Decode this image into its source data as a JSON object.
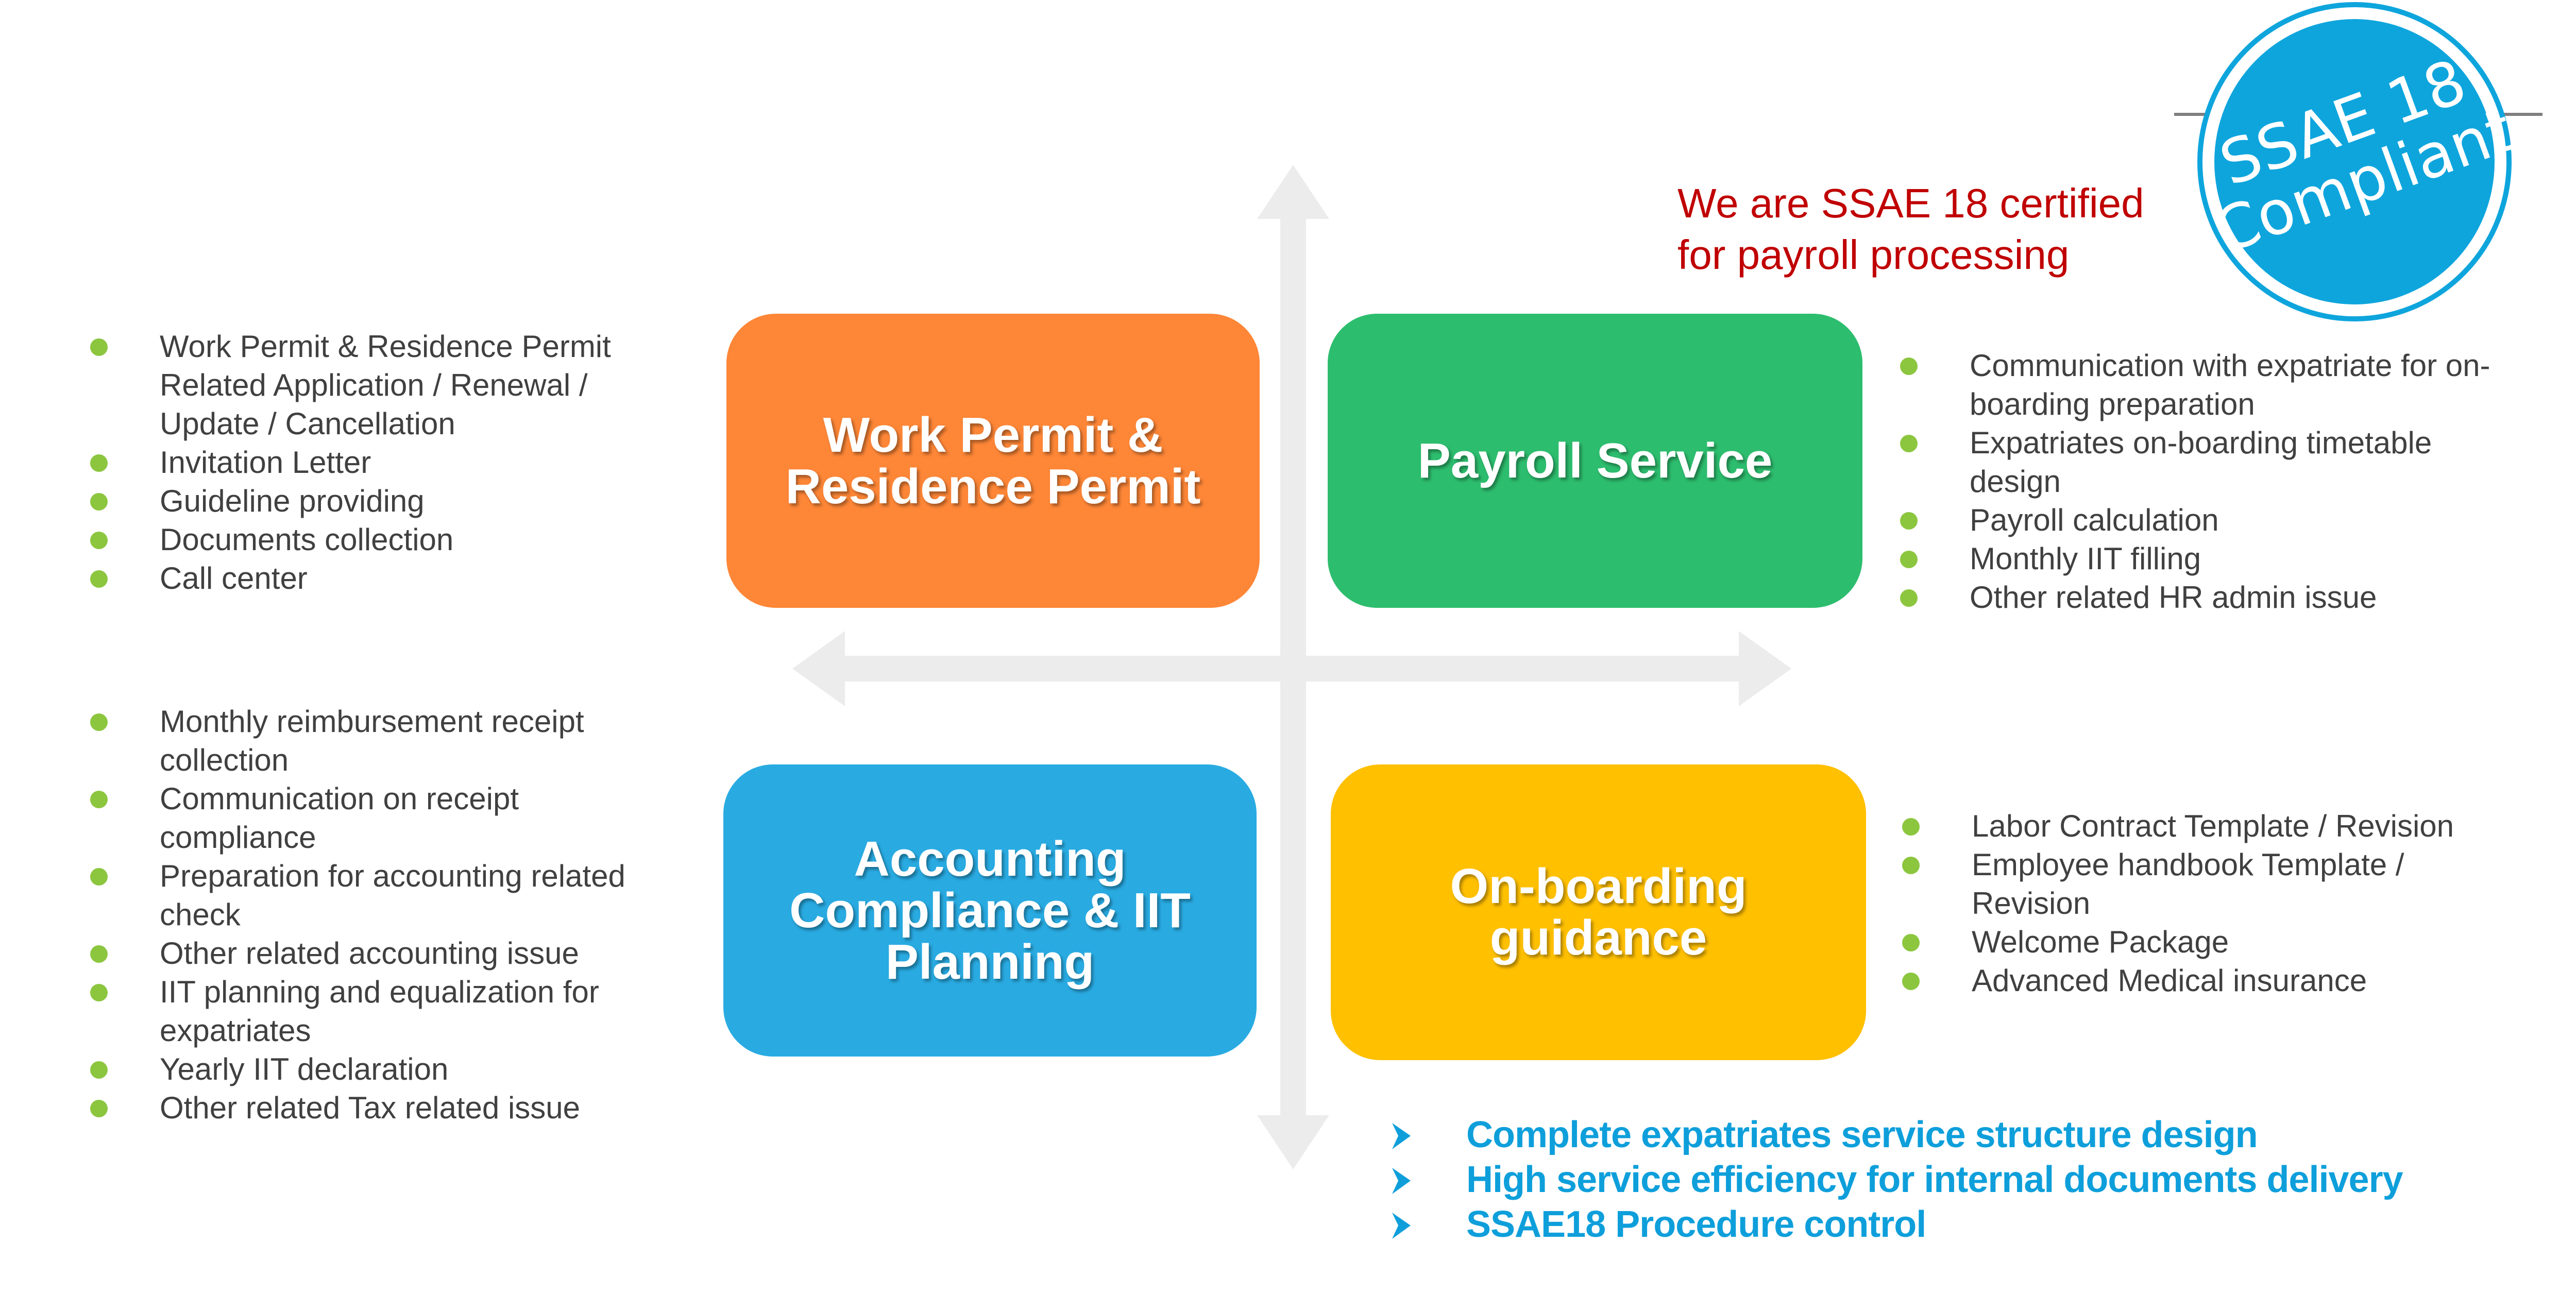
{
  "colors": {
    "work_permit": "#fd8637",
    "payroll": "#2dbd6e",
    "accounting": "#29abe2",
    "onboarding": "#ffc000",
    "bullet": "#8cc63f",
    "certified_text": "#c00000",
    "highlights_text": "#0e9fdb",
    "badge": "#0ea5dd"
  },
  "badge": {
    "line1": "SSAE 18",
    "line2": "Compliant"
  },
  "certified": {
    "line1": "We are SSAE 18 certified",
    "line2": "for payroll processing"
  },
  "quadrants": {
    "work_permit": {
      "title": "Work Permit & Residence Permit"
    },
    "payroll": {
      "title": "Payroll Service"
    },
    "accounting": {
      "title": "Accounting Compliance & IIT Planning"
    },
    "onboarding": {
      "title": "On-boarding guidance"
    }
  },
  "lists": {
    "work_permit": [
      "Work Permit & Residence Permit Related Application / Renewal / Update / Cancellation",
      "Invitation Letter",
      "Guideline providing",
      "Documents collection",
      "Call center"
    ],
    "accounting": [
      "Monthly reimbursement receipt collection",
      "Communication on receipt compliance",
      "Preparation for accounting related check",
      "Other related accounting issue",
      "IIT planning and equalization  for expatriates",
      "Yearly IIT declaration",
      "Other related Tax related issue"
    ],
    "payroll": [
      "Communication with expatriate for on-boarding preparation",
      "Expatriates on-boarding timetable design",
      "Payroll calculation",
      "Monthly IIT filling",
      "Other related HR admin issue"
    ],
    "onboarding": [
      "Labor Contract Template / Revision",
      "Employee handbook Template / Revision",
      "Welcome Package",
      "Advanced Medical insurance"
    ]
  },
  "highlights": [
    "Complete expatriates service structure design",
    "High service efficiency for internal documents delivery",
    "SSAE18 Procedure control"
  ]
}
